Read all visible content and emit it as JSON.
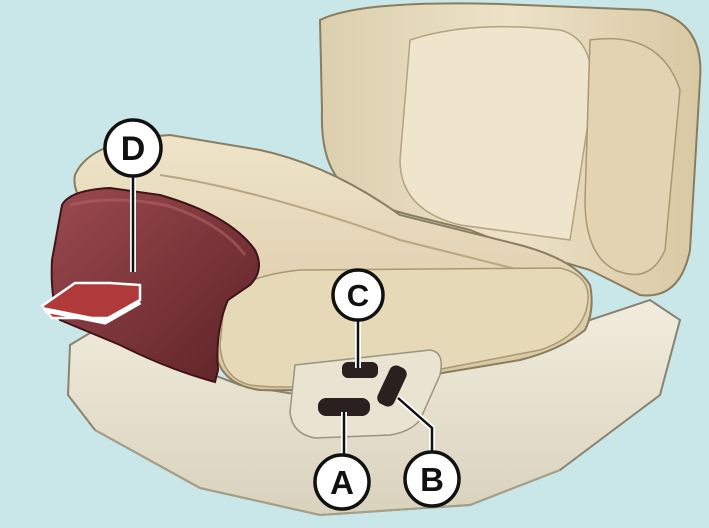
{
  "callouts": {
    "a": "A",
    "b": "B",
    "c": "C",
    "d": "D"
  },
  "colors": {
    "background": "#c9e6e9",
    "seat_fabric": "#e8dcc0",
    "seat_shadow": "#d2c19c",
    "cushion_extension": "#7a2e33",
    "base_trim": "#ece6d4",
    "switch": "#2a2020",
    "arrow": "#b03a3a"
  }
}
